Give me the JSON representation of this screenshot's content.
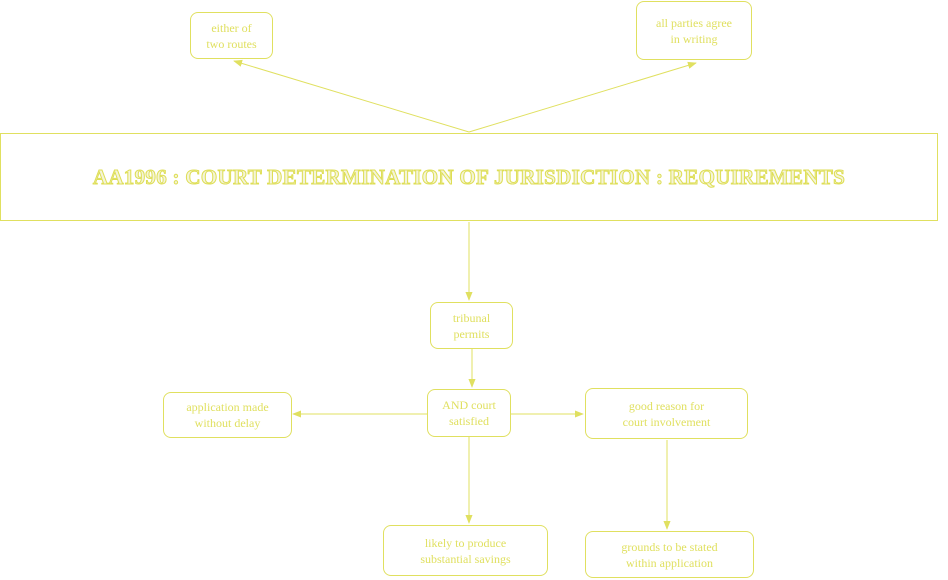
{
  "colors": {
    "line": "#e0e060",
    "text": "#e0e060",
    "background": "#ffffff"
  },
  "title": "AA1996 : COURT DETERMINATION OF JURISDICTION : REQUIREMENTS",
  "nodes": {
    "either_routes": "either of\ntwo routes",
    "parties_agree": "all parties agree\nin writing",
    "tribunal_permits": "tribunal\npermits",
    "court_satisfied": "AND court\nsatisfied",
    "without_delay": "application made\nwithout delay",
    "good_reason": "good reason for\ncourt involvement",
    "savings": "likely to produce\nsubstantial savings",
    "grounds_stated": "grounds to be stated\nwithin application"
  }
}
